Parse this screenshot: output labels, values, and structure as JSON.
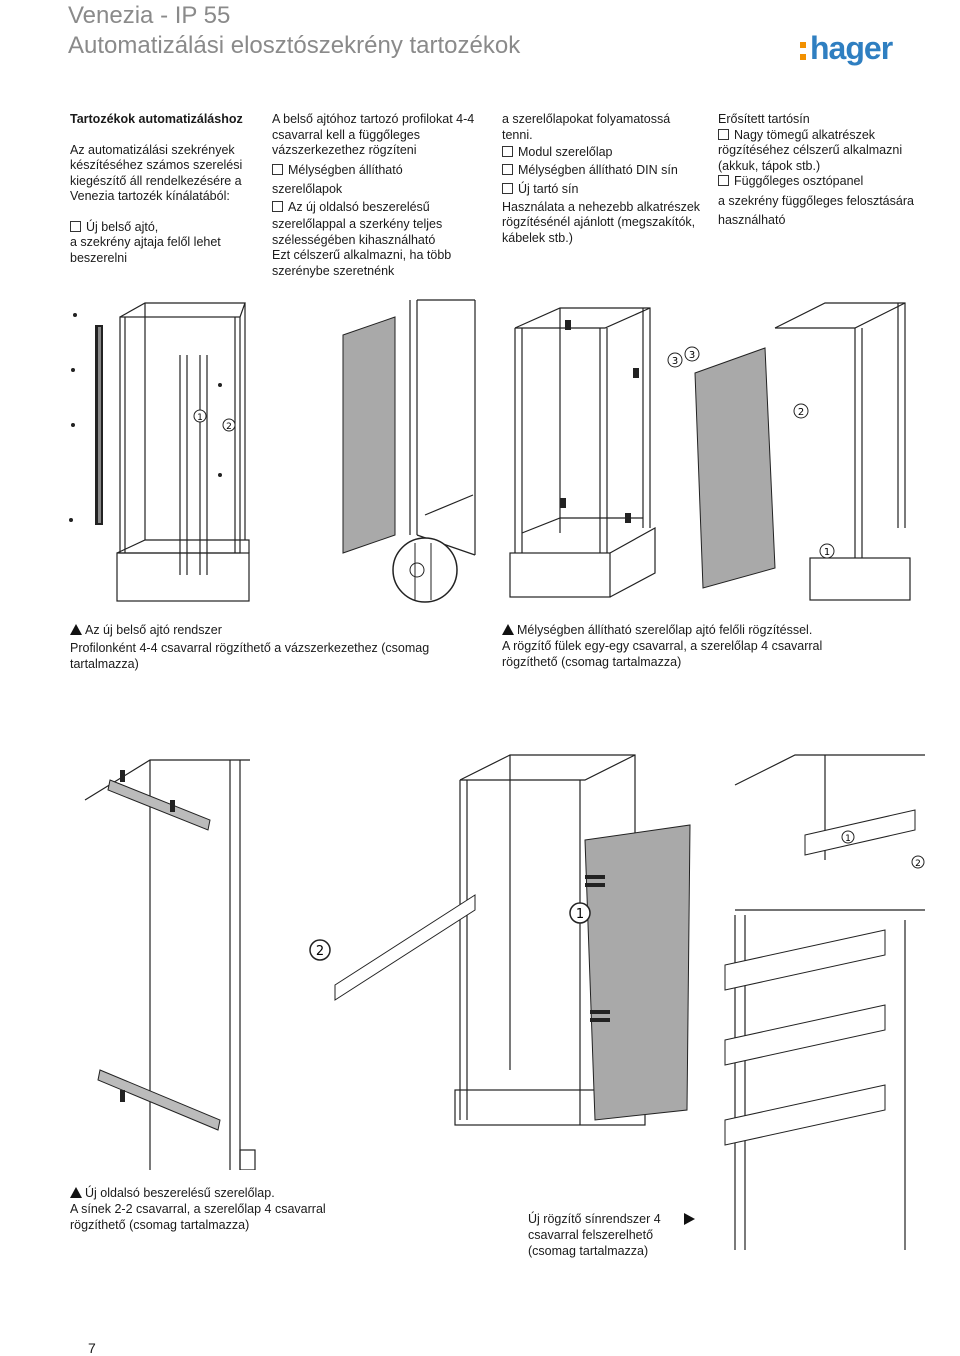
{
  "header": {
    "title_line1": "Venezia - IP 55",
    "title_line2": "Automatizálási elosztószekrény tartozékok",
    "brand": "hager"
  },
  "columns": {
    "col1": {
      "heading": "Tartozékok automatizáláshoz",
      "intro": "Az automatizálási szekrények készítéséhez számos szerelési kiegészítő áll rendelkezésére a Venezia tartozék kínálatából:",
      "item1_line1": "Új belső ajtó,",
      "item1_line2": "a szekrény ajtaja felől lehet beszerelni"
    },
    "col2": {
      "intro": "A belső ajtóhoz tartozó profilokat 4-4 csavarral kell a függőleges vázszerkezethez rögzíteni",
      "item1": "Mélységben állítható",
      "item1b": "szerelőlapok",
      "item2": "Az új oldalsó beszerelésű",
      "item2b": "szerelőlappal a szerkény teljes szélességében kihasználható",
      "tail": "Ezt célszerű alkalmazni, ha több szerénybe szeretnénk"
    },
    "col3": {
      "intro": "a szerelőlapokat folyamatossá tenni.",
      "item1": "Modul szerelőlap",
      "item2": "Mélységben állítható DIN sín",
      "item3": "Új tartó sín",
      "tail": "Használata a nehezebb alkatrészek rögzítésénél ajánlott (megszakítók, kábelek stb.)"
    },
    "col4": {
      "heading": "Erősített tartósín",
      "item1": "Nagy tömegű alkatrészek",
      "item1b": "rögzítéséhez célszerű alkalmazni (akkuk, tápok stb.)",
      "item2": "Függőleges osztópanel",
      "item2b": "a szekrény függőleges felosztására",
      "item2c": "használható"
    }
  },
  "captions": {
    "cap1_title": "Az új belső ajtó rendszer",
    "cap1_body": "Profilonként 4-4 csavarral rögzíthető a vázszerkezethez (csomag tartalmazza)",
    "cap2_title": "Mélységben állítható szerelőlap ajtó felőli rögzítéssel.",
    "cap2_body": "A rögzítő fülek egy-egy csavarral, a szerelőlap 4 csavarral rögzíthető (csomag tartalmazza)",
    "cap3_title": "Új oldalsó beszerelésű szerelőlap.",
    "cap3_body": "A sínek 2-2 csavarral, a szerelőlap 4 csavarral rögzíthető (csomag tartalmazza)",
    "cap4_line1": "Új rögzítő sínrendszer 4",
    "cap4_line2": "csavarral felszerelhető",
    "cap4_line3": "(csomag tartalmazza)"
  },
  "figure_labels": {
    "one": "1",
    "two": "2",
    "three": "3"
  },
  "page_number": "7",
  "colors": {
    "title_gray": "#8a8a8a",
    "brand_blue": "#2f7fc1",
    "brand_orange": "#f29100",
    "panel_gray": "#a9a9a9"
  },
  "icons": [
    "checkbox-icon",
    "triangle-up-icon",
    "triangle-right-icon"
  ]
}
